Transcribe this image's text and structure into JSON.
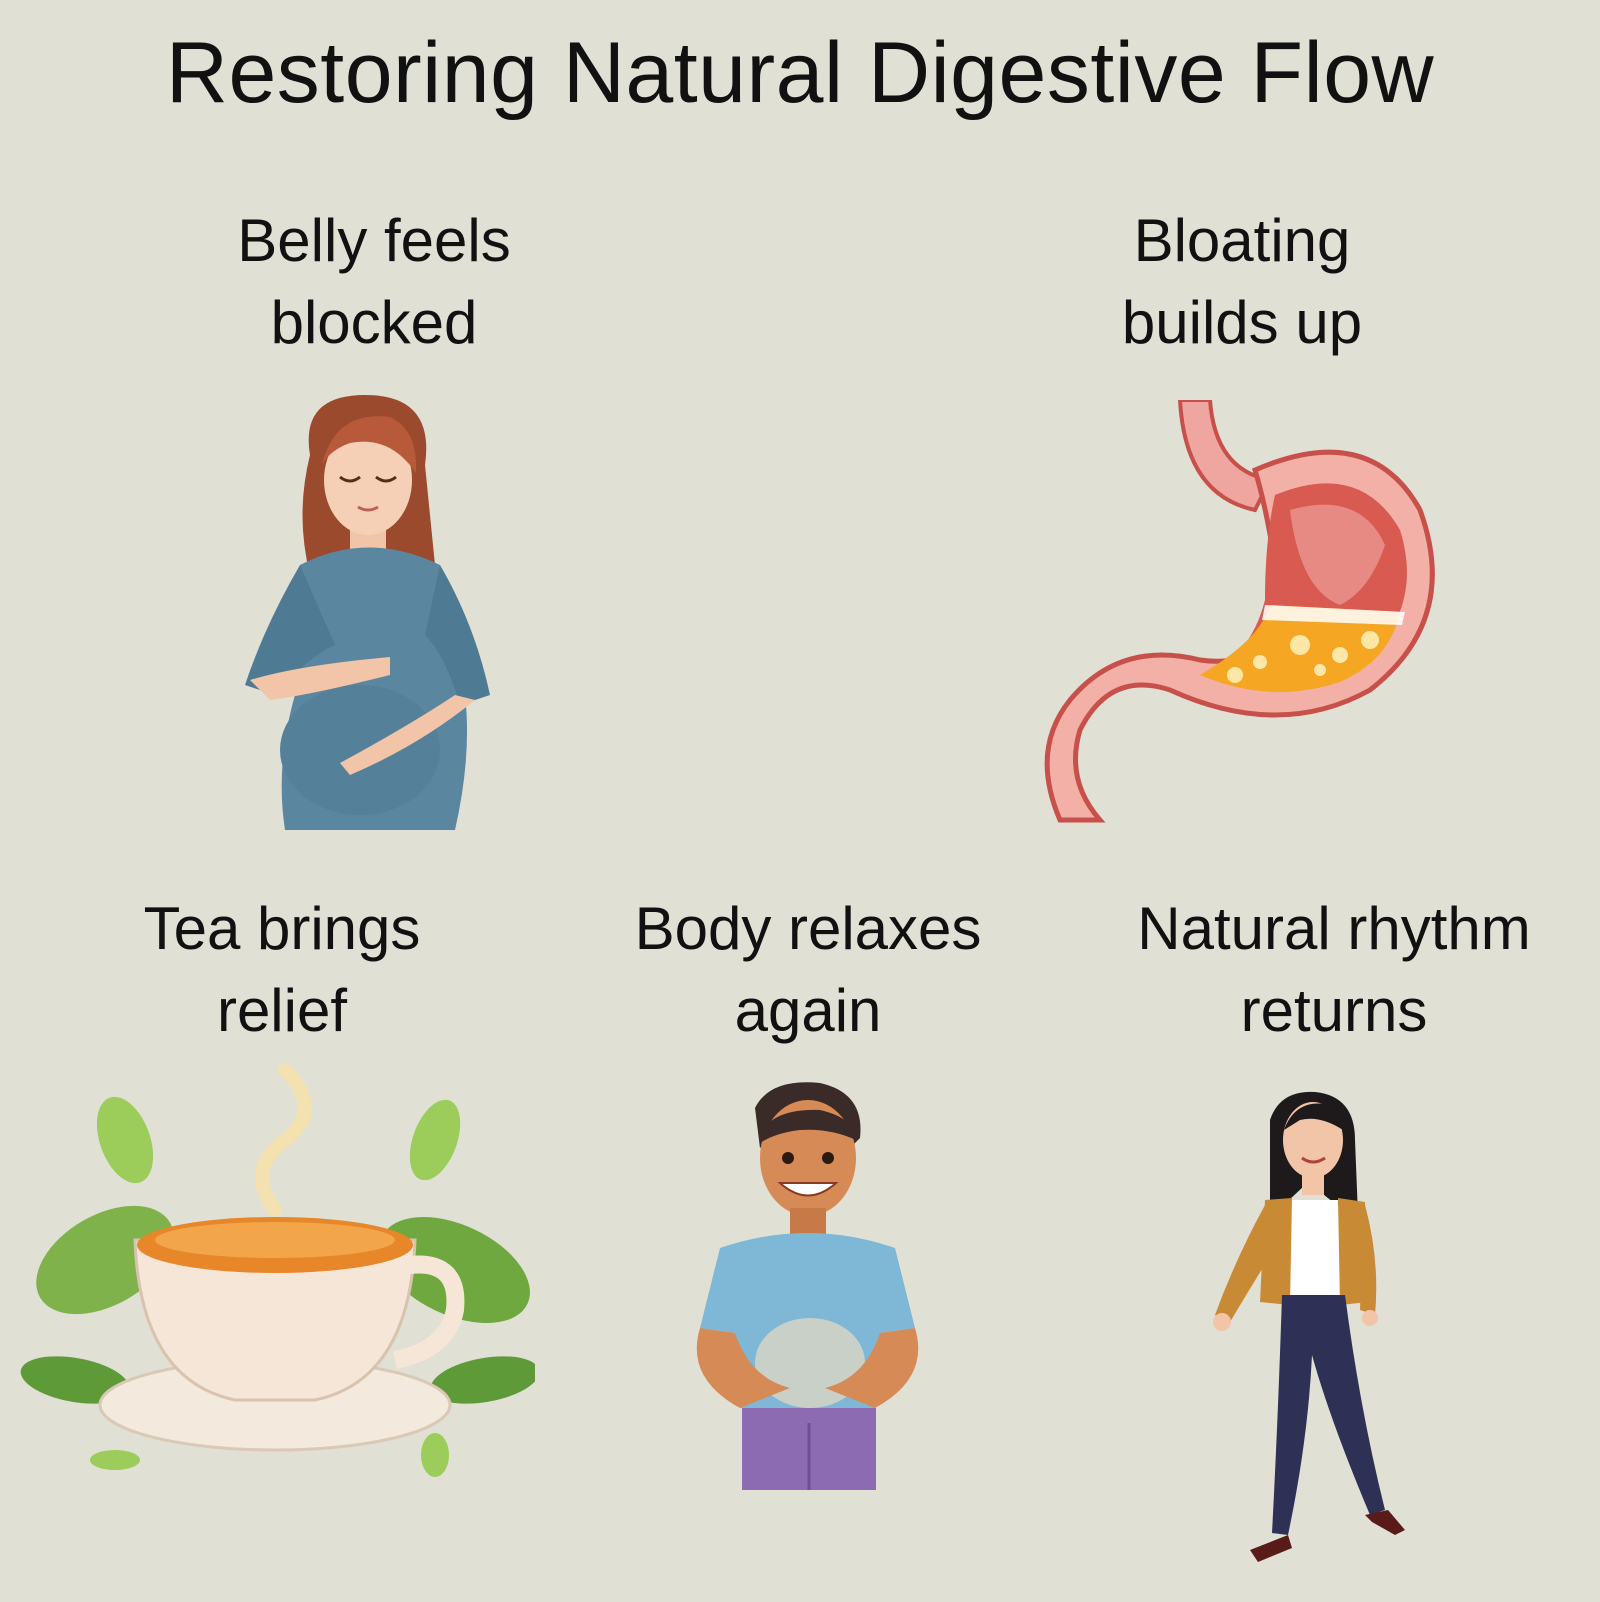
{
  "title": "Restoring Natural Digestive Flow",
  "steps": [
    {
      "line1": "Belly feels",
      "line2": "blocked",
      "icon": "pregnant-woman-icon"
    },
    {
      "line1": "Bloating",
      "line2": "builds up",
      "icon": "stomach-icon"
    },
    {
      "line1": "Tea brings",
      "line2": "relief",
      "icon": "tea-cup-icon"
    },
    {
      "line1": "Body relaxes",
      "line2": "again",
      "icon": "relaxed-man-icon"
    },
    {
      "line1": "Natural rhythm",
      "line2": "returns",
      "icon": "walking-woman-icon"
    }
  ],
  "colors": {
    "background": "#e0e0d5",
    "dress": "#5a86a0",
    "stomach": "#e07a7a",
    "bile": "#f5a623",
    "tea": "#e8862a",
    "leaf": "#8cbf4a",
    "shirt": "#7fb8d6",
    "jacket": "#c98a35",
    "pants": "#2f3055"
  }
}
